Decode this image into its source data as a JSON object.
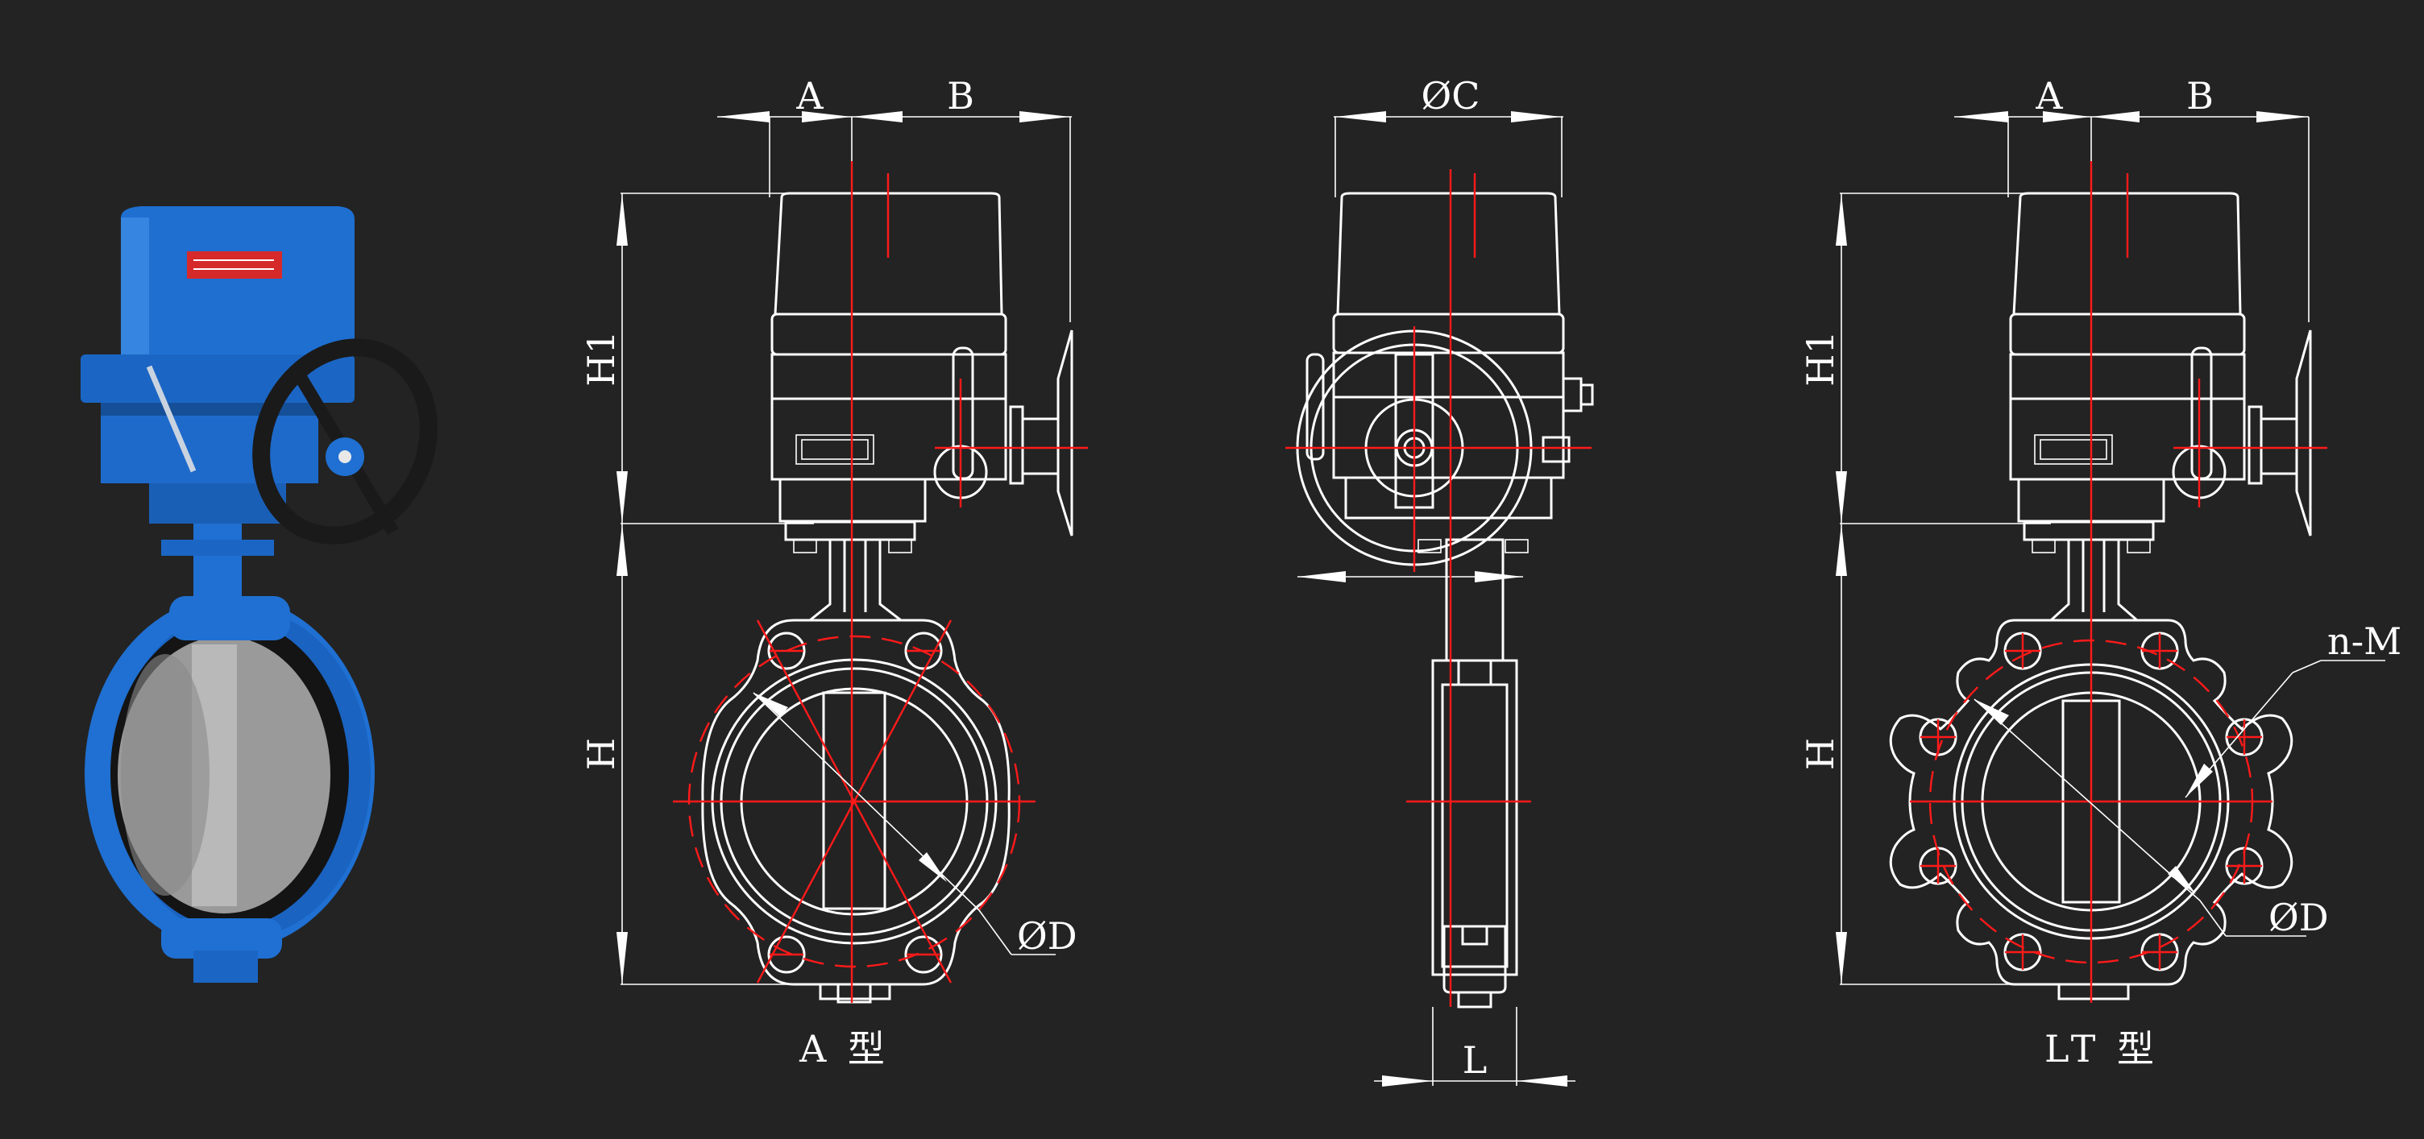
{
  "palette": {
    "background": "#232323",
    "line": "#ffffff",
    "centerline": "#ff1a1a",
    "valve_body": "#1f73d8",
    "seat": "#1a1a1a",
    "disc": "#a8a8a8"
  },
  "views": {
    "type_a": {
      "caption": "A 型",
      "dims": {
        "a": "A",
        "b": "B",
        "h1": "H1",
        "h": "H",
        "d": "ØD"
      }
    },
    "side": {
      "dims": {
        "c": "ØC",
        "l": "L"
      }
    },
    "type_lt": {
      "caption": "LT 型",
      "dims": {
        "a": "A",
        "b": "B",
        "h1": "H1",
        "h": "H",
        "d": "ØD",
        "nm": "n-M"
      }
    }
  },
  "photo": {
    "label_plate_color": "#d62a2a"
  }
}
